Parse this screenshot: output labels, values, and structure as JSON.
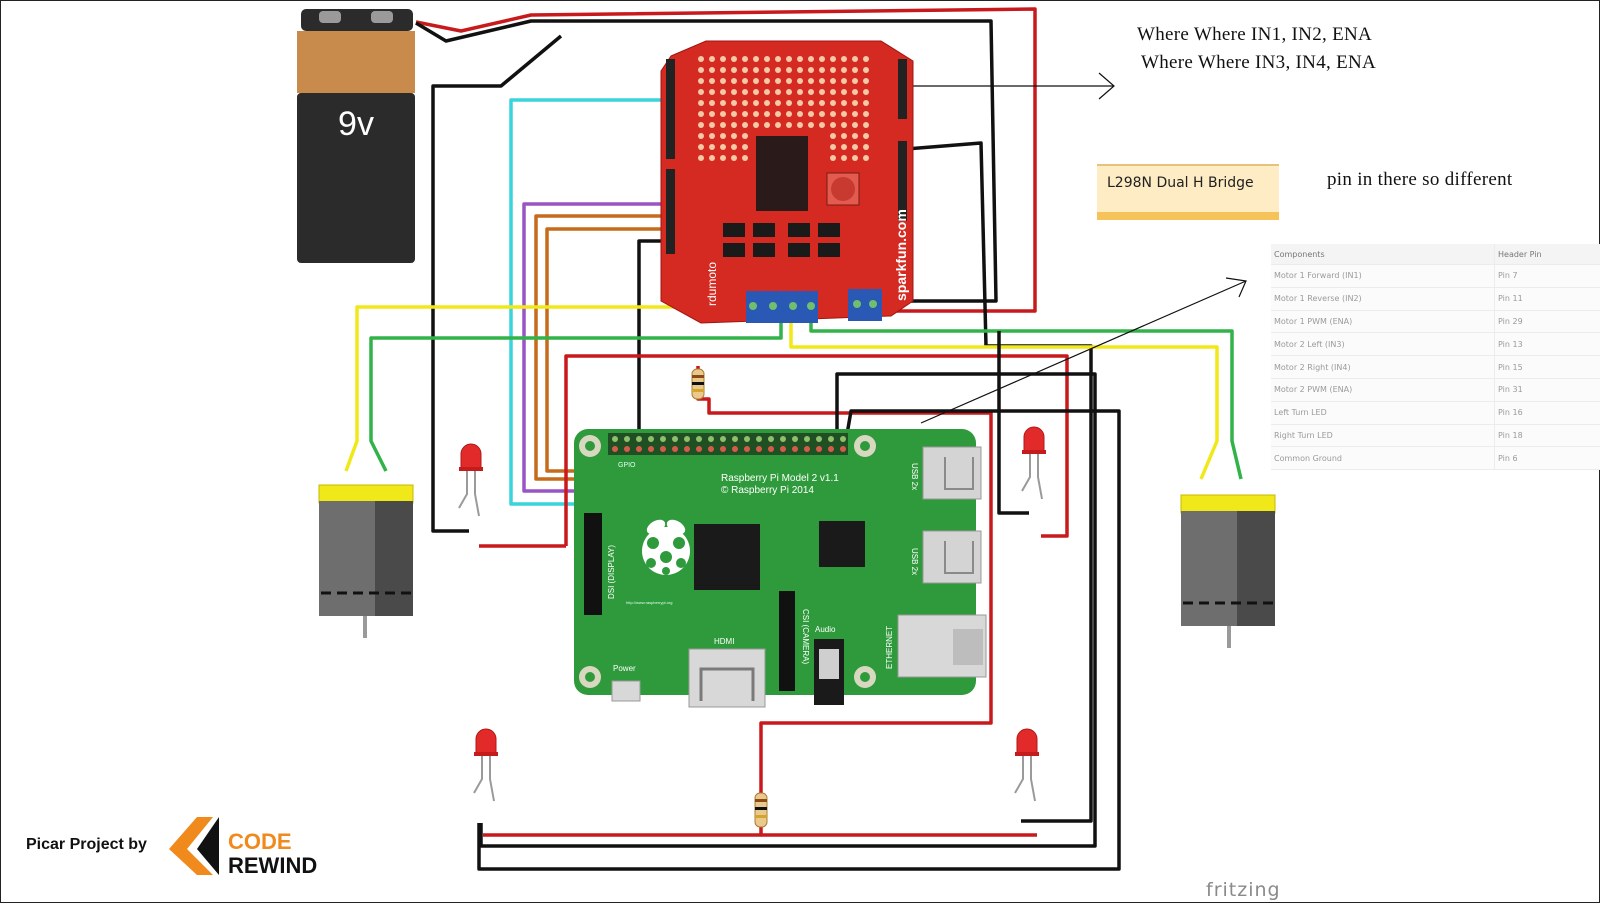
{
  "annotations": {
    "line1": "Where Where IN1, IN2, ENA",
    "line2": "Where Where IN3, IN4, ENA",
    "note": "pin in there so different"
  },
  "sticky_note": {
    "label": "L298N Dual H Bridge"
  },
  "battery": {
    "label": "9v"
  },
  "motor_shield": {
    "brand": "sparkfun.com",
    "name": "rdumoto"
  },
  "raspberry_pi": {
    "model": "Raspberry Pi Model 2 v1.1",
    "copyright": "© Raspberry Pi 2014",
    "gpio": "GPIO",
    "usb1": "USB 2x",
    "usb2": "USB 2x",
    "ethernet": "ETHERNET",
    "hdmi": "HDMI",
    "audio": "Audio",
    "power": "Power",
    "dsi": "DSI (DISPLAY)",
    "csi": "CSI (CAMERA)",
    "url": "http://www.raspberrypi.org"
  },
  "pin_table": {
    "headers": [
      "Components",
      "Header Pin"
    ],
    "rows": [
      [
        "Motor 1 Forward (IN1)",
        "Pin 7"
      ],
      [
        "Motor 1 Reverse (IN2)",
        "Pin 11"
      ],
      [
        "Motor 1 PWM (ENA)",
        "Pin 29"
      ],
      [
        "Motor 2 Left (IN3)",
        "Pin 13"
      ],
      [
        "Motor 2 Right (IN4)",
        "Pin 15"
      ],
      [
        "Motor 2 PWM (ENA)",
        "Pin 31"
      ],
      [
        "Left Turn LED",
        "Pin 16"
      ],
      [
        "Right Turn LED",
        "Pin 18"
      ],
      [
        "Common Ground",
        "Pin 6"
      ]
    ]
  },
  "credit": {
    "text": "Picar Project by"
  },
  "logo": {
    "line1": "CODE",
    "line2": "REWIND"
  },
  "watermark": "fritzing",
  "colors": {
    "shield_red": "#d42a22",
    "pi_green": "#2f9a3c",
    "wire_red": "#c8191c",
    "wire_black": "#111111",
    "wire_yellow": "#f1e81a",
    "wire_green": "#32b34a",
    "wire_cyan": "#39d4dc",
    "wire_purple": "#9a54c4",
    "wire_orange": "#c66b1a",
    "logo_orange": "#f08a1c"
  }
}
